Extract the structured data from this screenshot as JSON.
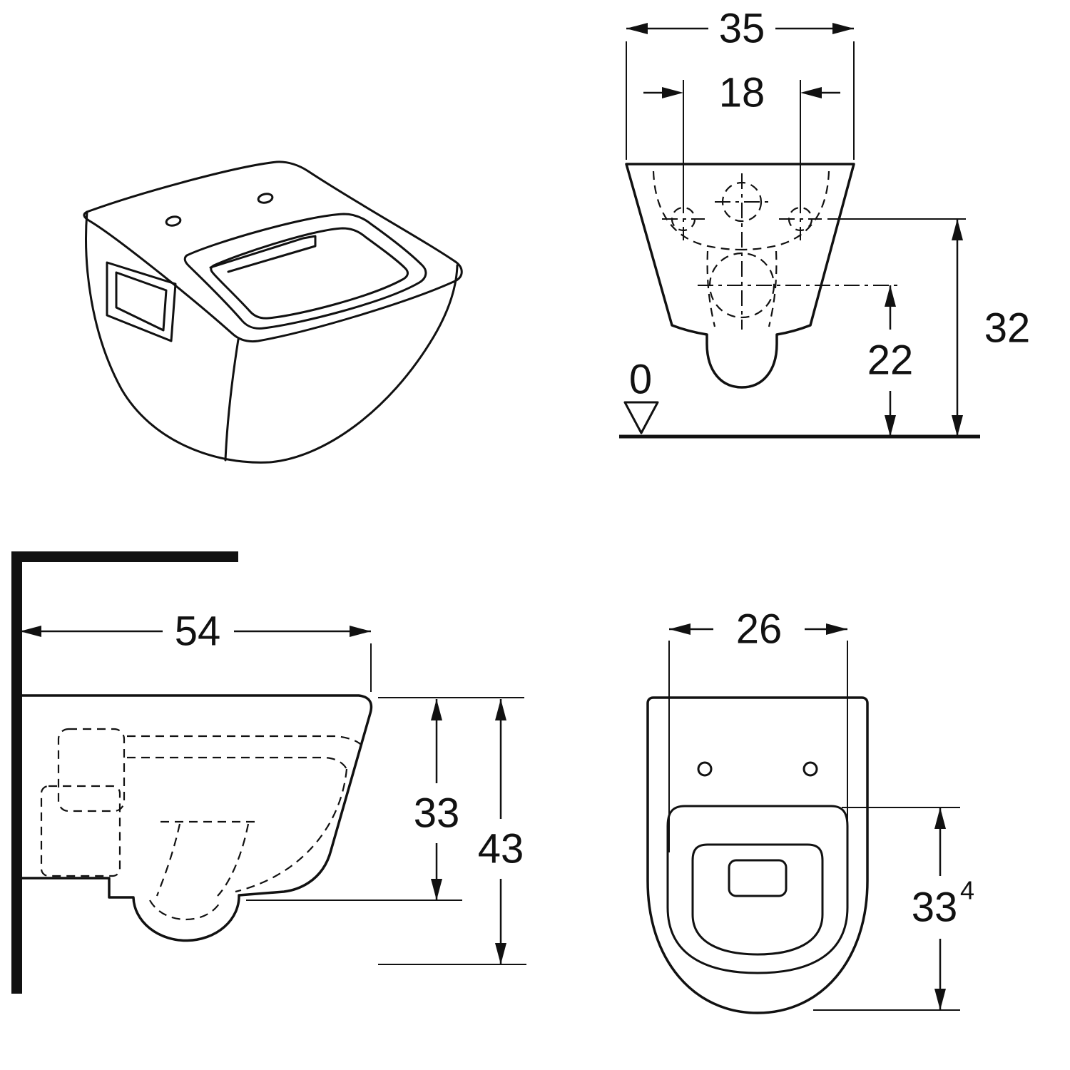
{
  "colors": {
    "background": "#ffffff",
    "line": "#111111"
  },
  "views": {
    "front": {
      "overall_width": "35",
      "fixing_hole_spacing": "18",
      "fixing_hole_height": "32",
      "outlet_height": "22",
      "floor_datum": "0"
    },
    "side": {
      "overall_depth": "54",
      "underside_height": "33",
      "overall_height": "43"
    },
    "top": {
      "bowl_width": "26",
      "bowl_length": "33",
      "bowl_length_footnote": "4"
    }
  }
}
